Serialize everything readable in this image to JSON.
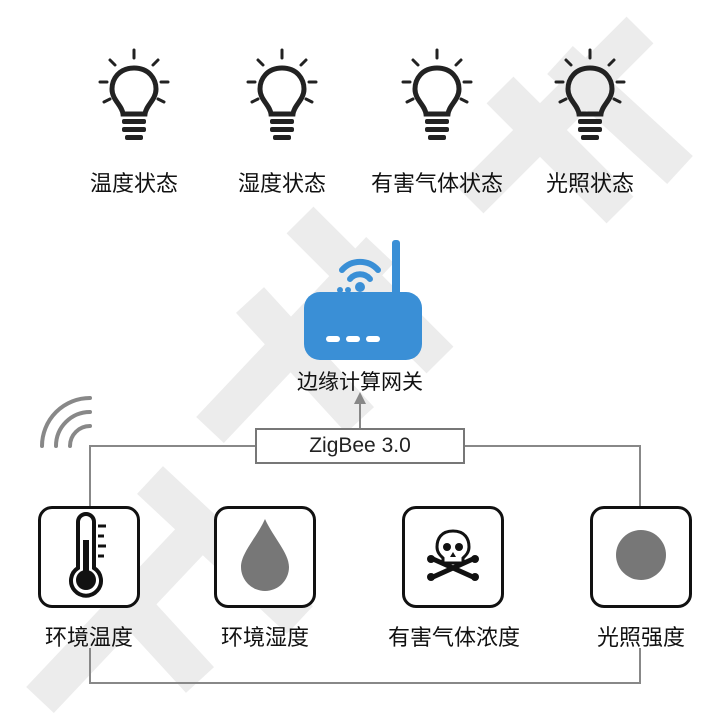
{
  "outputs": [
    {
      "label": "温度状态",
      "icon": "lightbulb-icon"
    },
    {
      "label": "湿度状态",
      "icon": "lightbulb-icon"
    },
    {
      "label": "有害气体状态",
      "icon": "lightbulb-icon"
    },
    {
      "label": "光照状态",
      "icon": "lightbulb-icon"
    }
  ],
  "gateway": {
    "label": "边缘计算网关",
    "icon": "router-icon",
    "color": "#3a8fd6"
  },
  "protocol": {
    "label": "ZigBee 3.0"
  },
  "sensors": [
    {
      "label": "环境温度",
      "icon": "thermometer-icon"
    },
    {
      "label": "环境湿度",
      "icon": "water-drop-icon"
    },
    {
      "label": "有害气体浓度",
      "icon": "skull-crossbones-icon"
    },
    {
      "label": "光照强度",
      "icon": "circle-icon"
    }
  ],
  "colors": {
    "line": "#888888",
    "icon_gray": "#777777",
    "text": "#111111"
  }
}
